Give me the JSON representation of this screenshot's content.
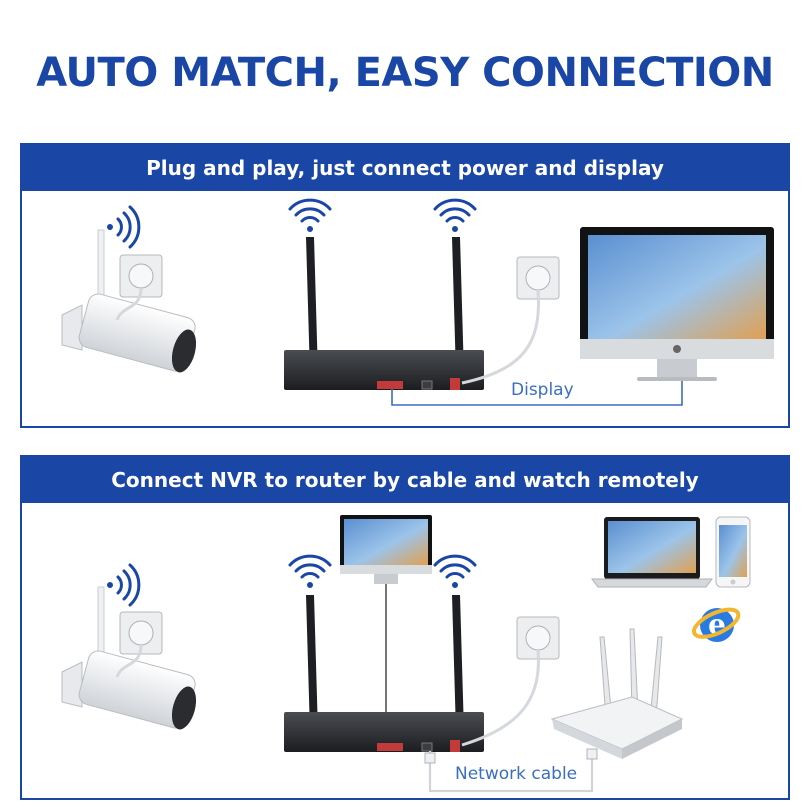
{
  "title": "AUTO MATCH, EASY CONNECTION",
  "panel1": {
    "heading": "Plug and play, just connect power and display",
    "cable_label": "Display"
  },
  "panel2": {
    "heading": "Connect NVR to router by cable and watch remotely",
    "cable_label": "Network cable"
  },
  "colors": {
    "brand_blue": "#1a46a6",
    "cable_blue": "#3a6fbf"
  }
}
